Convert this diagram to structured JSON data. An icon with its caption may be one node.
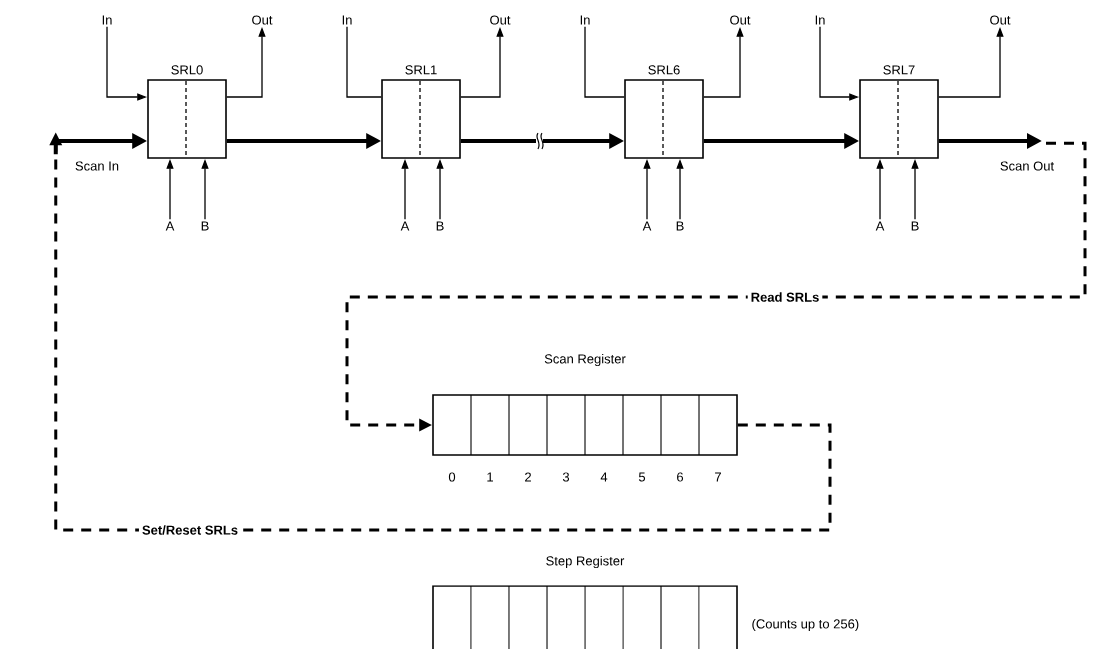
{
  "diagram": {
    "nodes": [
      {
        "text": [
          "SRL0"
        ]
      },
      {
        "text": [
          "SRL1"
        ]
      },
      {
        "text": [
          "SRL6"
        ]
      },
      {
        "text": [
          "SRL7"
        ]
      },
      {
        "text": [
          "In"
        ]
      },
      {
        "text": [
          "Out"
        ]
      },
      {
        "text": [
          "A"
        ]
      },
      {
        "text": [
          "B"
        ]
      },
      {
        "text": [
          "In"
        ]
      },
      {
        "text": [
          "Out"
        ]
      },
      {
        "text": [
          "A"
        ]
      },
      {
        "text": [
          "B"
        ]
      },
      {
        "text": [
          "In"
        ]
      },
      {
        "text": [
          "Out"
        ]
      },
      {
        "text": [
          "A"
        ]
      },
      {
        "text": [
          "B"
        ]
      },
      {
        "text": [
          "In"
        ]
      },
      {
        "text": [
          "Out"
        ]
      },
      {
        "text": [
          "A"
        ]
      },
      {
        "text": [
          "B"
        ]
      },
      {
        "text": [
          "Scan In"
        ]
      },
      {
        "text": [
          "Scan Out"
        ]
      },
      {
        "text": [
          "Scan Register"
        ]
      },
      {
        "text": [
          "Step Register"
        ],
        "beside": [
          "(Counts up to 256)"
        ]
      }
    ],
    "edges": [
      {
        "from": 0,
        "to": 1,
        "arrow": "to",
        "style": "thick"
      },
      {
        "from": 1,
        "to": 2,
        "arrow": "to",
        "style": "thick"
      },
      {
        "from": 2,
        "to": 3,
        "arrow": "to",
        "style": "thick"
      },
      {
        "from": 20,
        "to": 0,
        "arrow": "to",
        "style": "thick"
      },
      {
        "from": 3,
        "to": 21,
        "arrow": "to",
        "style": "thick"
      },
      {
        "from": 21,
        "to": 22,
        "arrow": "to",
        "style": "dashed",
        "label": "Read SRLs"
      },
      {
        "from": 22,
        "to": 20,
        "arrow": "to",
        "style": "dashed",
        "label": "Set/Reset SRLs"
      },
      {
        "from": 4,
        "to": 0,
        "arrow": "to"
      },
      {
        "from": 0,
        "to": 5,
        "arrow": "to"
      },
      {
        "from": 6,
        "to": 0,
        "arrow": "to"
      },
      {
        "from": 7,
        "to": 0,
        "arrow": "to"
      },
      {
        "from": 8,
        "to": 1,
        "arrow": "none"
      },
      {
        "from": 1,
        "to": 9,
        "arrow": "to"
      },
      {
        "from": 10,
        "to": 1,
        "arrow": "to"
      },
      {
        "from": 11,
        "to": 1,
        "arrow": "to"
      },
      {
        "from": 12,
        "to": 2,
        "arrow": "none"
      },
      {
        "from": 2,
        "to": 13,
        "arrow": "to"
      },
      {
        "from": 14,
        "to": 2,
        "arrow": "to"
      },
      {
        "from": 15,
        "to": 2,
        "arrow": "to"
      },
      {
        "from": 16,
        "to": 3,
        "arrow": "to"
      },
      {
        "from": 3,
        "to": 17,
        "arrow": "to"
      },
      {
        "from": 18,
        "to": 3,
        "arrow": "to"
      },
      {
        "from": 19,
        "to": 3,
        "arrow": "to"
      }
    ],
    "labels": [
      "0",
      "1",
      "2",
      "3",
      "4",
      "5",
      "6",
      "7"
    ]
  }
}
